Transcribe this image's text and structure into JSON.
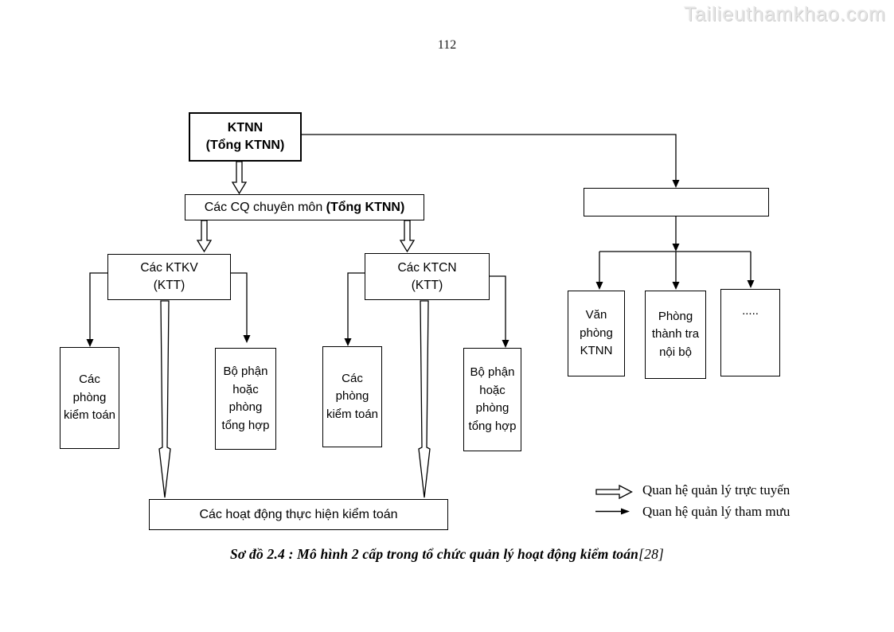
{
  "page": {
    "number": "112",
    "watermark": "Tailieuthamkhao.com",
    "caption": "Sơ đồ 2.4 : Mô hình 2 cấp trong tổ chức quản lý hoạt động kiểm toán",
    "caption_ref": "[28]"
  },
  "diagram": {
    "boxes": {
      "ktnn": {
        "line1": "KTNN",
        "line2": "(Tổng KTNN)"
      },
      "chuyen_mon": {
        "text": "Các CQ chuyên môn ",
        "bold": "(Tổng KTNN)"
      },
      "ktkv": {
        "line1": "Các KTKV",
        "line2": "(KTT)"
      },
      "ktcn": {
        "line1": "Các KTCN",
        "line2": "(KTT)"
      },
      "phong_kiem_toan_ktkv": "Các phòng kiểm toán",
      "bo_phan_tong_hop_ktkv": "Bộ phận hoặc phòng tổng hợp",
      "phong_kiem_toan_ktcn": "Các phòng kiểm toán",
      "bo_phan_tong_hop_ktcn": "Bộ phận hoặc phòng tổng hợp",
      "tham_muu_parent": "",
      "van_phong": "Văn phòng KTNN",
      "thanh_tra": "Phòng thành tra nội bộ",
      "dots": ".....",
      "hoat_dong": "Các hoạt động thực hiện kiểm toán"
    },
    "legend": [
      {
        "symbol": "hollow-double-arrow",
        "label": "Quan hệ quản lý trực tuyến"
      },
      {
        "symbol": "solid-arrow",
        "label": "Quan hệ quản lý tham mưu"
      }
    ]
  }
}
